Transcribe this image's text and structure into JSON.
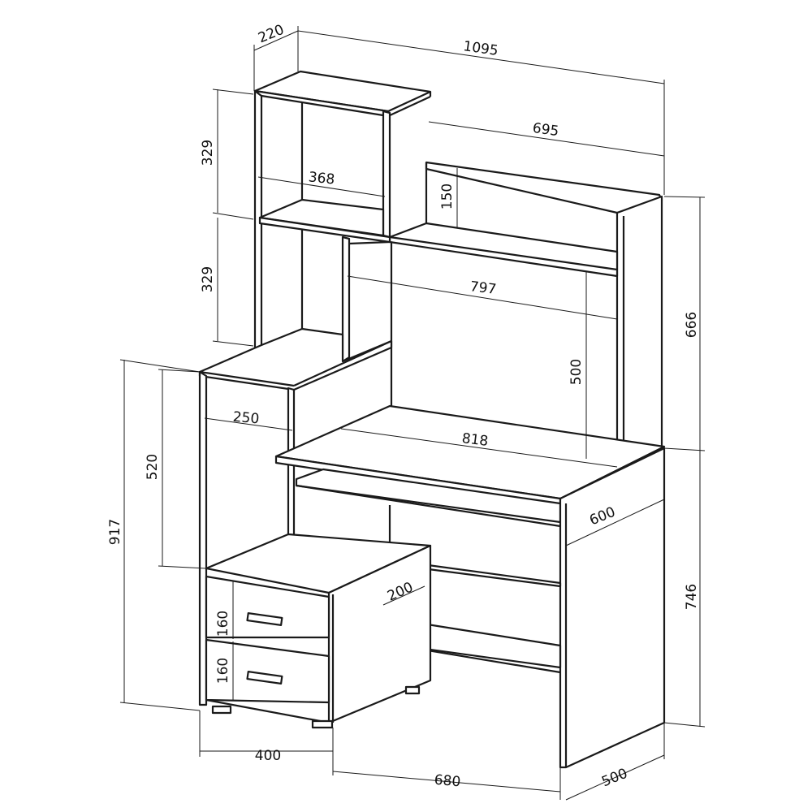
{
  "drawing": {
    "title": "Computer desk with hutch - dimension drawing",
    "dimensions": {
      "top_depth": "220",
      "overall_width": "1095",
      "hutch_width": "695",
      "top_shelf_height": "329",
      "top_box_width": "368",
      "hutch_top_height": "150",
      "mid_shelf_height": "329",
      "hutch_inner_width": "797",
      "hutch_height": "666",
      "hutch_opening_height": "500",
      "step_shelf_width": "250",
      "desktop_width": "818",
      "side_opening_height": "520",
      "left_unit_height": "917",
      "desk_depth": "600",
      "desk_height": "746",
      "lower_shelf_depth": "200",
      "drawer_1_height": "160",
      "drawer_2_height": "160",
      "cabinet_width": "400",
      "knee_width": "680",
      "side_depth": "500"
    }
  }
}
